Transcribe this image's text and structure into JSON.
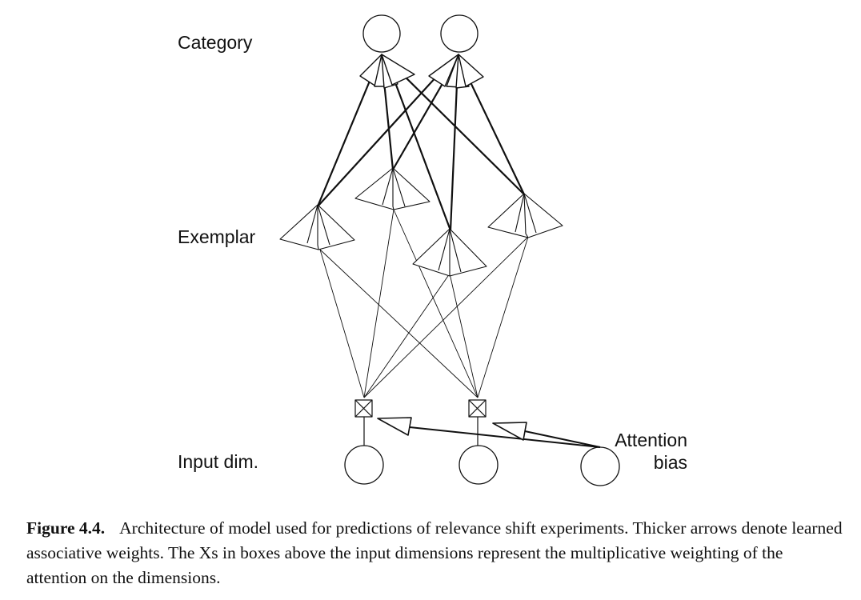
{
  "labels": {
    "category": "Category",
    "exemplar": "Exemplar",
    "input": "Input dim.",
    "attention_line1": "Attention",
    "attention_line2": "bias"
  },
  "caption": {
    "label": "Figure 4.4.",
    "text": "Architecture of model used for predictions of relevance shift experiments. Thicker arrows denote learned associative weights. The Xs in boxes above the input dimensions represent the multiplicative weighting of the attention on the dimensions."
  },
  "colors": {
    "stroke": "#111111",
    "background": "#ffffff"
  }
}
